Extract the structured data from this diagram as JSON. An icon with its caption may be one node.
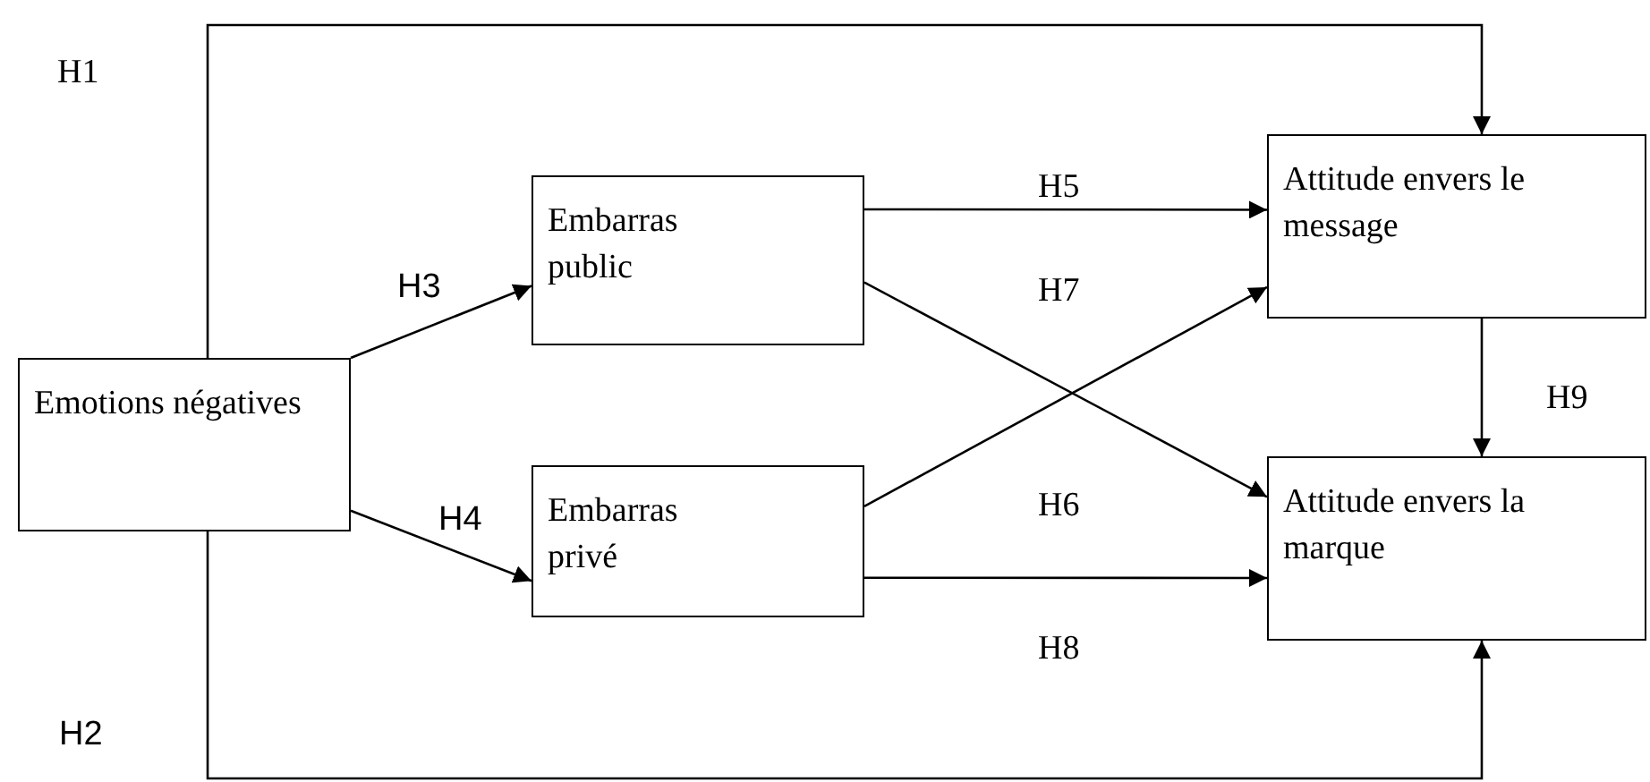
{
  "diagram": {
    "nodes": [
      {
        "text": [
          "Emotions négatives"
        ]
      },
      {
        "text": [
          "Embarras public"
        ]
      },
      {
        "text": [
          "Embarras privé"
        ]
      },
      {
        "text": [
          "Attitude envers le message"
        ]
      },
      {
        "text": [
          "Attitude envers la marque"
        ]
      }
    ],
    "edges": [
      {
        "from": 0,
        "to": 3,
        "arrow": "to"
      },
      {
        "from": 0,
        "to": 4,
        "arrow": "to"
      },
      {
        "from": 0,
        "to": 1,
        "arrow": "to"
      },
      {
        "from": 0,
        "to": 2,
        "arrow": "to"
      },
      {
        "from": 1,
        "to": 3,
        "arrow": "to"
      },
      {
        "from": 1,
        "to": 4,
        "arrow": "to"
      },
      {
        "from": 2,
        "to": 3,
        "arrow": "to"
      },
      {
        "from": 2,
        "to": 4,
        "arrow": "to"
      },
      {
        "from": 3,
        "to": 4,
        "arrow": "to"
      }
    ],
    "labels": [
      "H1",
      "H5",
      "H3",
      "H7",
      "H9",
      "H6",
      "H4",
      "H8",
      "H2"
    ]
  }
}
